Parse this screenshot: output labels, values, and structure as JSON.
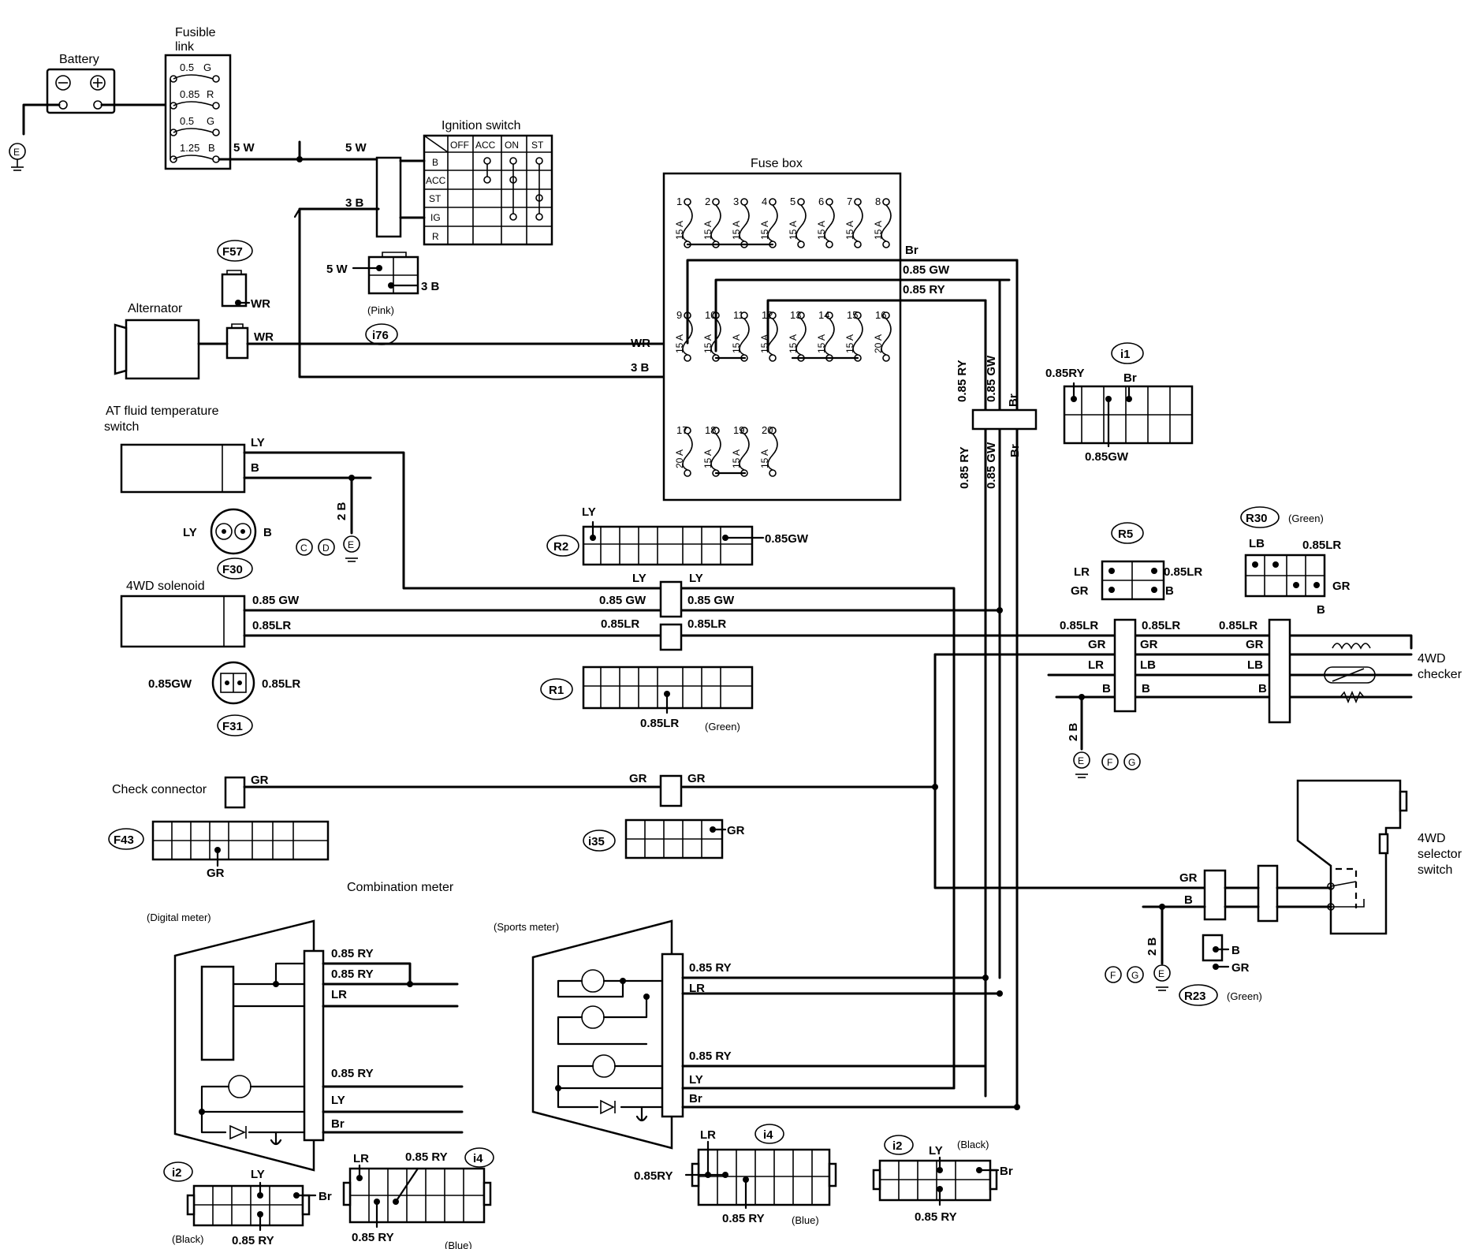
{
  "components": {
    "battery": "Battery",
    "fusible_link": [
      "Fusible",
      "link"
    ],
    "fusible_link_rows": [
      "0.5",
      "G",
      "0.85",
      "R",
      "0.5",
      "G",
      "1.25",
      "B"
    ],
    "ignition_switch": "Ignition switch",
    "ignition_cols": [
      "OFF",
      "ACC",
      "ON",
      "ST"
    ],
    "ignition_rows": [
      "B",
      "ACC",
      "ST",
      "IG",
      "R"
    ],
    "fuse_box": "Fuse box",
    "alternator": "Alternator",
    "at_fluid_switch": [
      "AT fluid temperature",
      "switch"
    ],
    "solenoid_4wd": "4WD solenoid",
    "check_connector": "Check connector",
    "combination_meter": "Combination meter",
    "digital_meter": "(Digital meter)",
    "sports_meter": "(Sports meter)",
    "checker_4wd": [
      "4WD",
      "checker"
    ],
    "selector_4wd": [
      "4WD",
      "selector",
      "switch"
    ]
  },
  "fuses": {
    "top_numbers": [
      "1",
      "2",
      "3",
      "4",
      "5",
      "6",
      "7",
      "8"
    ],
    "mid_numbers": [
      "9",
      "10",
      "11",
      "12",
      "13",
      "14",
      "15",
      "16"
    ],
    "bottom_numbers": [
      "17",
      "18",
      "19",
      "20"
    ],
    "top_ratings": [
      "15 A",
      "15 A",
      "15 A",
      "15 A",
      "15 A",
      "15 A",
      "15 A",
      "15 A"
    ],
    "mid_ratings": [
      "15 A",
      "15 A",
      "15 A",
      "15 A",
      "15 A",
      "15 A",
      "15 A",
      "20 A"
    ],
    "bottom_ratings": [
      "20 A",
      "15 A",
      "15 A",
      "15 A"
    ]
  },
  "connectors": {
    "F57": "F57",
    "i76": "i76",
    "i76_color": "(Pink)",
    "F30": "F30",
    "F31": "F31",
    "R2": "R2",
    "R1": "R1",
    "R1_color": "(Green)",
    "F43": "F43",
    "i35": "i35",
    "i1": "i1",
    "R5": "R5",
    "R30": "R30",
    "R30_color": "(Green)",
    "R23": "R23",
    "R23_color": "(Green)",
    "i2": "i2",
    "i2_color": "(Black)",
    "i4": "i4",
    "i4_color": "(Blue)",
    "i2b": "i2",
    "i2b_color": "(Black)",
    "i4b": "i4",
    "i4b_color": "(Blue)"
  },
  "grounds": {
    "E": "E",
    "marks_1": [
      "C",
      "D"
    ],
    "marks_2": [
      "F",
      "G"
    ],
    "marks_3": [
      "F",
      "G"
    ]
  },
  "wires": {
    "w5W": "5 W",
    "w3B": "3 B",
    "wWR": "WR",
    "wLY": "LY",
    "wB": "B",
    "w2B": "2 B",
    "w085GW": "0.85 GW",
    "w085GWb": "0.85GW",
    "w085LR": "0.85LR",
    "w085RY": "0.85 RY",
    "w085RYb": "0.85RY",
    "wBr": "Br",
    "wGR": "GR",
    "wLR": "LR",
    "wLB": "LB"
  }
}
